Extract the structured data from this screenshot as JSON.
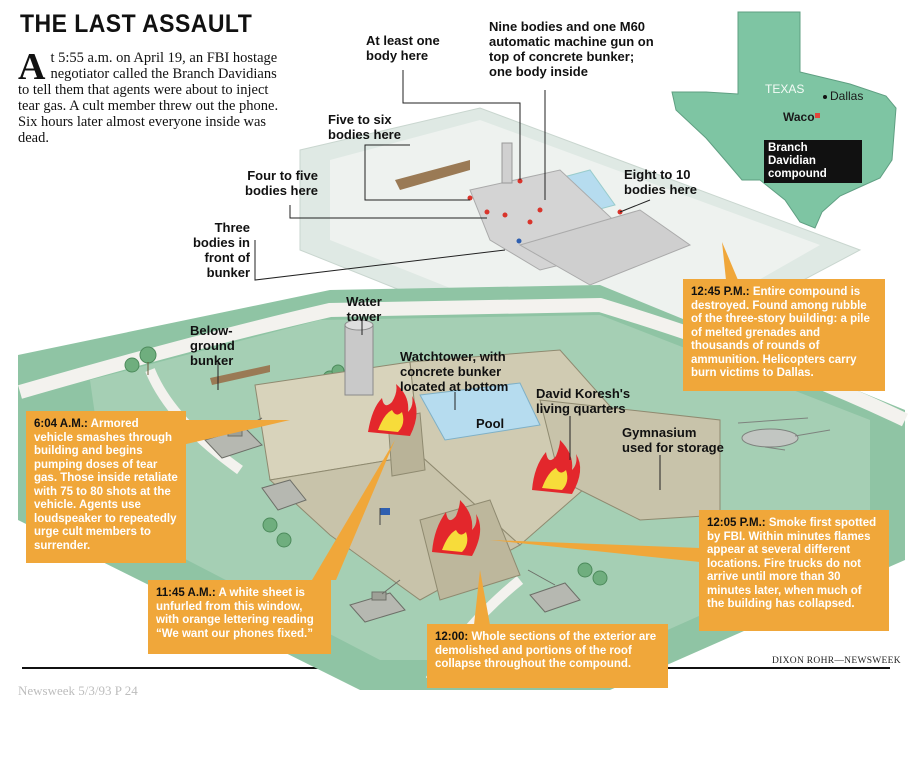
{
  "headline": "THE LAST ASSAULT",
  "intro": {
    "drop_cap": "A",
    "text": "t 5:55 a.m. on April 19, an FBI hostage negotiator called the Branch Davidians to tell them that agents were about to inject tear gas. A cult member threw out the phone. Six hours later almost everyone inside was dead."
  },
  "map": {
    "state": "TEXAS",
    "city_1": "Dallas",
    "city_2": "Waco",
    "compound_label": "Branch Davidian compound",
    "land_color": "#7ec5a3",
    "marker_color": "#e2463b"
  },
  "labels": {
    "at_least_one": "At least one body here",
    "nine_bodies": "Nine bodies and one M60 automatic machine gun on top of concrete bunker; one body inside",
    "five_six": "Five to six bodies here",
    "four_five": "Four to five bodies here",
    "eight_ten": "Eight to 10 bodies here",
    "three_bodies": "Three bodies in front of bunker",
    "water_tower": "Water tower",
    "below_ground": "Below-ground bunker",
    "watchtower": "Watchtower, with concrete bunker located at bottom",
    "pool": "Pool",
    "koresh": "David Koresh's living quarters",
    "gymnasium": "Gymnasium used for storage"
  },
  "timeline": [
    {
      "time": "12:45 P.M.:",
      "text": "Entire compound is destroyed. Found among rubble of the three-story building: a pile of melted grenades and thousands of rounds of ammunition. Helicopters carry burn victims to Dallas."
    },
    {
      "time": "6:04 A.M.:",
      "text": "Armored vehicle smashes through building and begins pumping doses of tear gas. Those inside retaliate with 75 to 80 shots at the vehicle. Agents use loudspeaker to repeatedly urge cult members to surrender."
    },
    {
      "time": "11:45 A.M.:",
      "text": "A white sheet is unfurled from this window, with orange lettering reading “We want our phones fixed.”"
    },
    {
      "time": "12:05 P.M.:",
      "text": "Smoke first spotted by FBI. Within minutes flames appear at several different locations. Fire trucks do not arrive until more than 30 minutes later, when much of the building has collapsed."
    },
    {
      "time": "12:00:",
      "text": "Whole sections of the exterior are demolished and portions of the roof collapse throughout the compound."
    }
  ],
  "credit": "DIXON ROHR—NEWSWEEK",
  "source": "Newsweek 5/3/93 P 24",
  "colors": {
    "callout": "#f0a73a",
    "ground": "#8fc4a4",
    "road": "#f3f2ee",
    "building": "#c8c3aa",
    "pool": "#b6dcef"
  }
}
